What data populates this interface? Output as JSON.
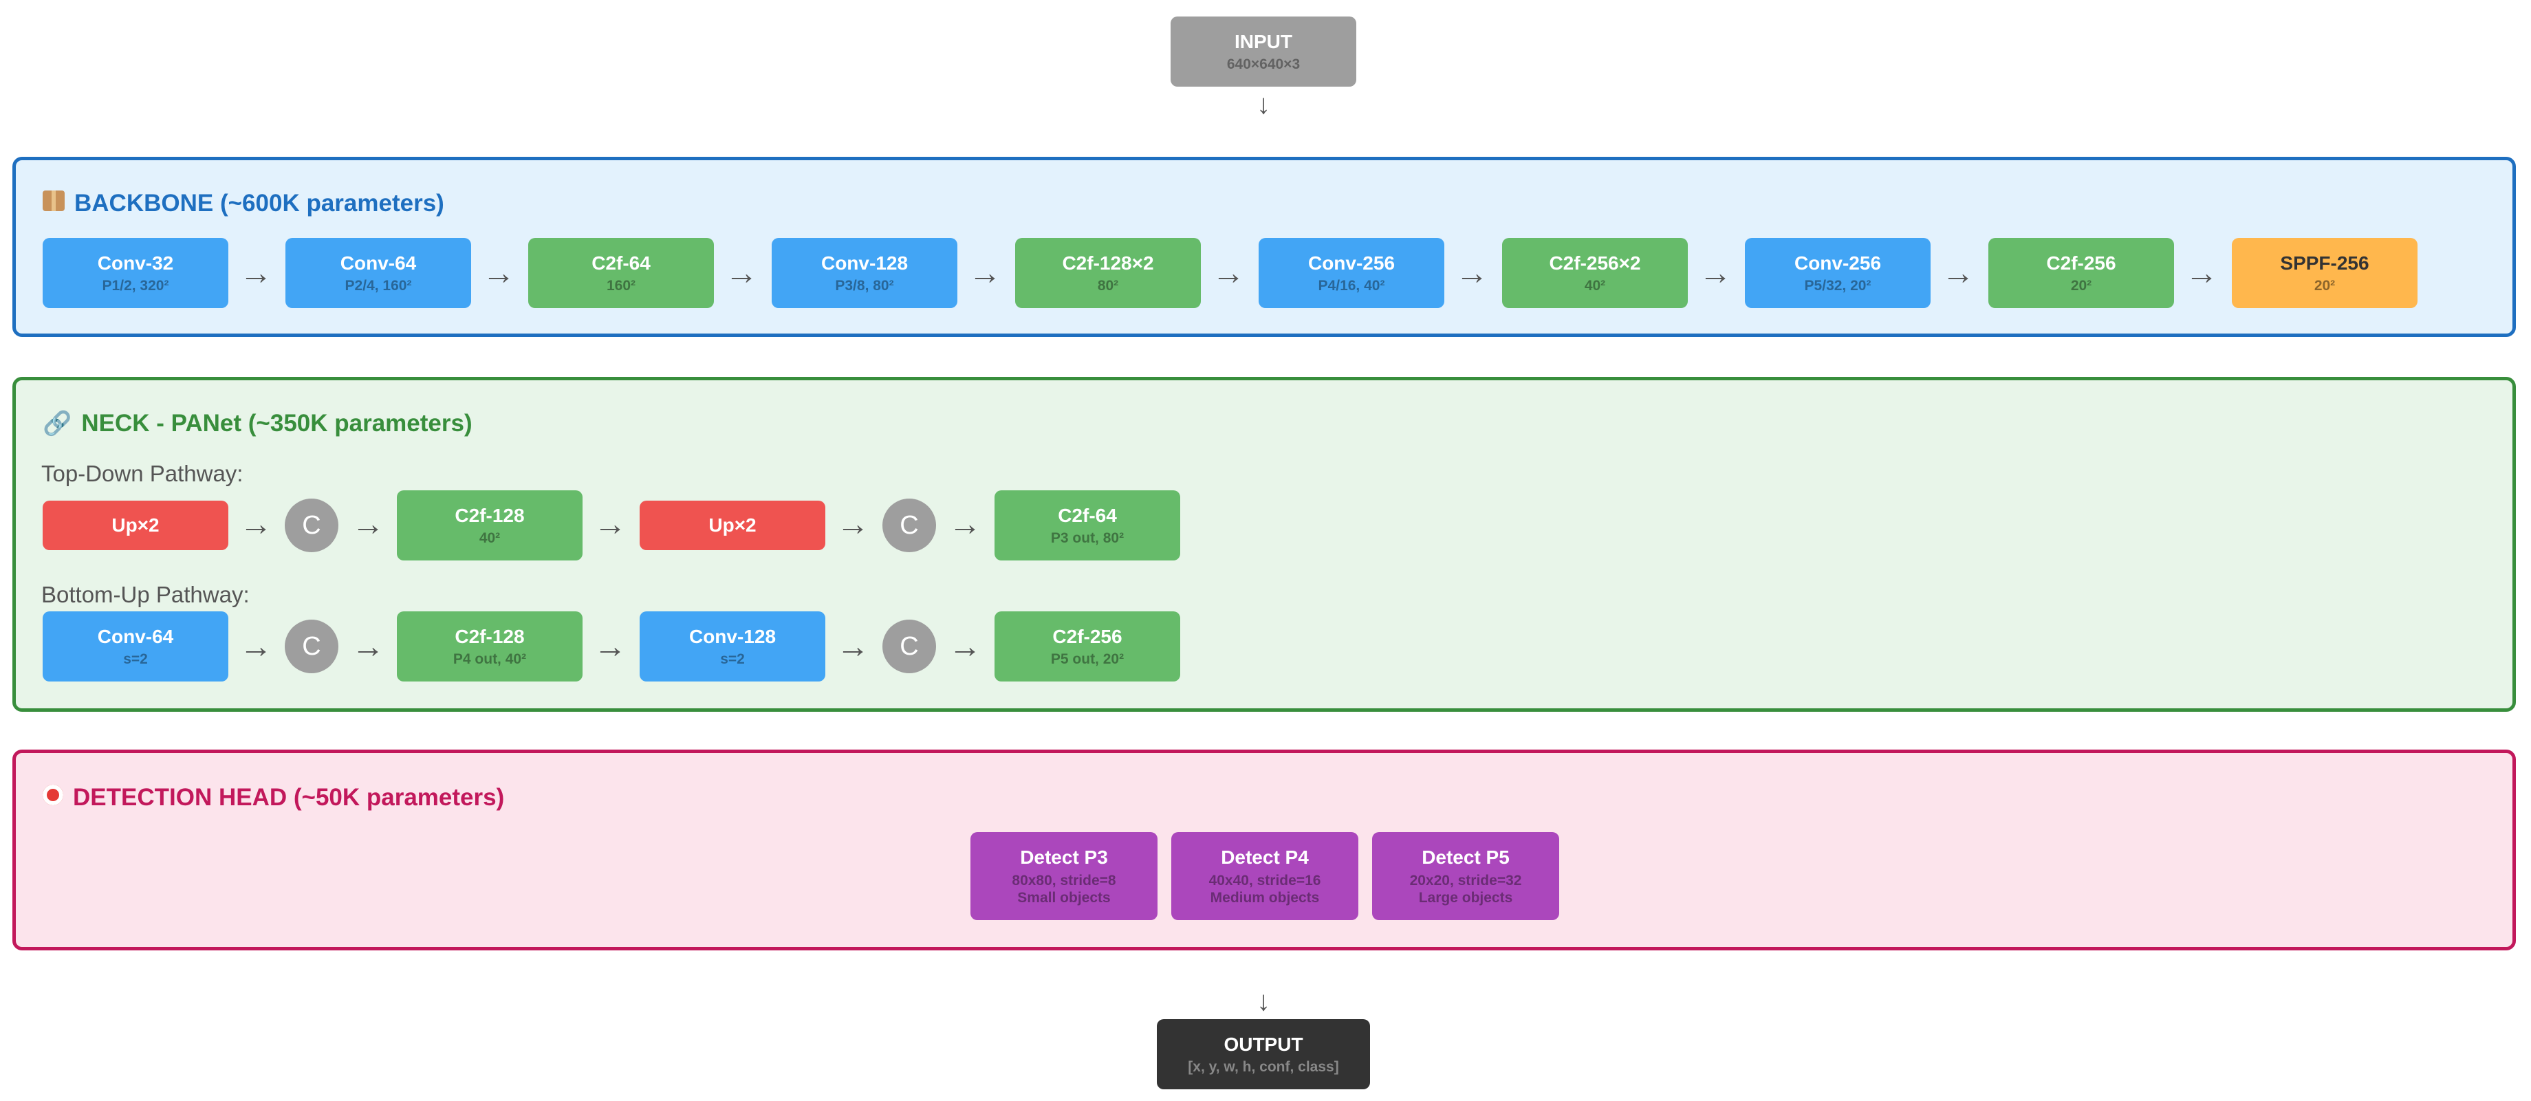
{
  "input": {
    "title": "INPUT",
    "sub": "640×640×3"
  },
  "backbone": {
    "title": "BACKBONE (~600K parameters)",
    "icon": "package-icon",
    "blocks": [
      {
        "title": "Conv-32",
        "sub": "P1/2, 320²"
      },
      {
        "title": "Conv-64",
        "sub": "P2/4, 160²"
      },
      {
        "title": "C2f-64",
        "sub": "160²"
      },
      {
        "title": "Conv-128",
        "sub": "P3/8, 80²"
      },
      {
        "title": "C2f-128×2",
        "sub": "80²"
      },
      {
        "title": "Conv-256",
        "sub": "P4/16, 40²"
      },
      {
        "title": "C2f-256×2",
        "sub": "40²"
      },
      {
        "title": "Conv-256",
        "sub": "P5/32, 20²"
      },
      {
        "title": "C2f-256",
        "sub": "20²"
      },
      {
        "title": "SPPF-256",
        "sub": "20²"
      }
    ]
  },
  "neck": {
    "title": "NECK - PANet (~350K parameters)",
    "icon": "link-icon",
    "top_down_label": "Top-Down Pathway:",
    "bottom_up_label": "Bottom-Up Pathway:",
    "concat_symbol": "C",
    "top_down": [
      {
        "title": "Up×2",
        "sub": ""
      },
      {
        "title": "C2f-128",
        "sub": "40²"
      },
      {
        "title": "Up×2",
        "sub": ""
      },
      {
        "title": "C2f-64",
        "sub": "P3 out, 80²"
      }
    ],
    "bottom_up": [
      {
        "title": "Conv-64",
        "sub": "s=2"
      },
      {
        "title": "C2f-128",
        "sub": "P4 out, 40²"
      },
      {
        "title": "Conv-128",
        "sub": "s=2"
      },
      {
        "title": "C2f-256",
        "sub": "P5 out, 20²"
      }
    ]
  },
  "head": {
    "title": "DETECTION HEAD (~50K parameters)",
    "icon": "target-icon",
    "blocks": [
      {
        "title": "Detect P3",
        "sub1": "80x80, stride=8",
        "sub2": "Small objects"
      },
      {
        "title": "Detect P4",
        "sub1": "40x40, stride=16",
        "sub2": "Medium objects"
      },
      {
        "title": "Detect P5",
        "sub1": "20x20, stride=32",
        "sub2": "Large objects"
      }
    ]
  },
  "output": {
    "title": "OUTPUT",
    "sub": "[x, y, w, h, conf, class]"
  },
  "arrow_right": "→",
  "arrow_down": "↓",
  "colors": {
    "conv": "#42a5f5",
    "c2f": "#66bb6a",
    "sppf": "#ffb74d",
    "upsample": "#ef5350",
    "detect": "#ab47bc",
    "input": "#9e9e9e",
    "output": "#333333",
    "backbone_border": "#1e6fc0",
    "neck_border": "#388e3c",
    "head_border": "#c2185b"
  }
}
